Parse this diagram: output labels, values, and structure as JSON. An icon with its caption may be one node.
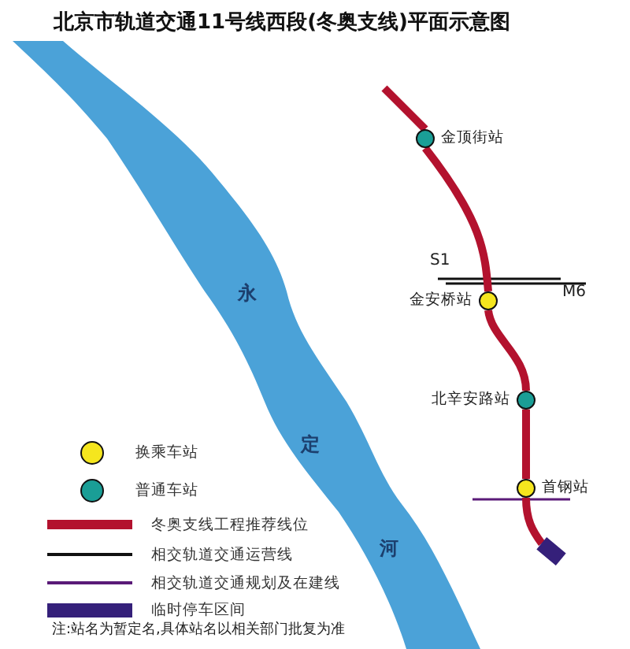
{
  "diagram": {
    "title": "北京市轨道交通11号线西段(冬奥支线)平面示意图",
    "nodes": [
      {
        "text": [
          "金顶街站"
        ]
      },
      {
        "text": [
          "金安桥站"
        ]
      },
      {
        "text": [
          "北辛安路站"
        ]
      },
      {
        "text": [
          "首钢站"
        ]
      },
      {
        "text": [],
        "shape": "bar"
      }
    ],
    "edges": [
      {
        "from": 0,
        "to": 1,
        "arrow": "none"
      },
      {
        "from": 1,
        "to": 2,
        "arrow": "none"
      },
      {
        "from": 2,
        "to": 3,
        "arrow": "none"
      },
      {
        "from": 3,
        "to": 4,
        "arrow": "none"
      }
    ],
    "labels": [
      "S1",
      "M6",
      "永",
      "定",
      "河",
      "注:站名为暂定名,具体站名以相关部门批复为准"
    ],
    "legend": [
      {
        "text": "换乘车站",
        "color": "#f5e61e"
      },
      {
        "text": "普通车站",
        "color": "#1a9e96"
      },
      {
        "text": "冬奥支线工程推荐线位",
        "color": "#b3122e"
      },
      {
        "text": "相交轨道交通运营线",
        "color": "#111111"
      },
      {
        "text": "相交轨道交通规划及在建线",
        "color": "#5a1a78"
      },
      {
        "text": "临时停车区间",
        "color": "#35207a"
      }
    ]
  }
}
